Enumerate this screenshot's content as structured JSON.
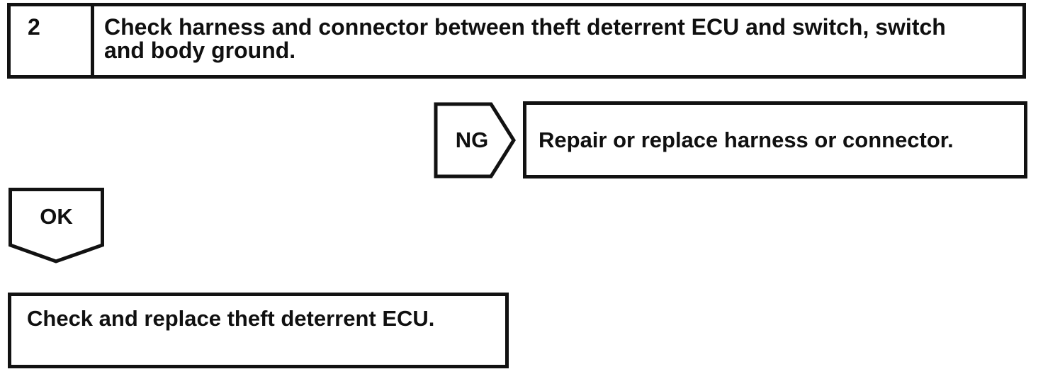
{
  "page": {
    "background": "#ffffff",
    "ink": "#101010"
  },
  "flowchart": {
    "step_box": {
      "number": "2",
      "instruction": "Check harness and connector between theft deterrent ECU and switch, switch and body ground."
    },
    "ng_branch": {
      "label": "NG",
      "action": "Repair or replace harness or connector."
    },
    "ok_branch": {
      "label": "OK",
      "action": "Check and replace theft deterrent ECU."
    }
  }
}
